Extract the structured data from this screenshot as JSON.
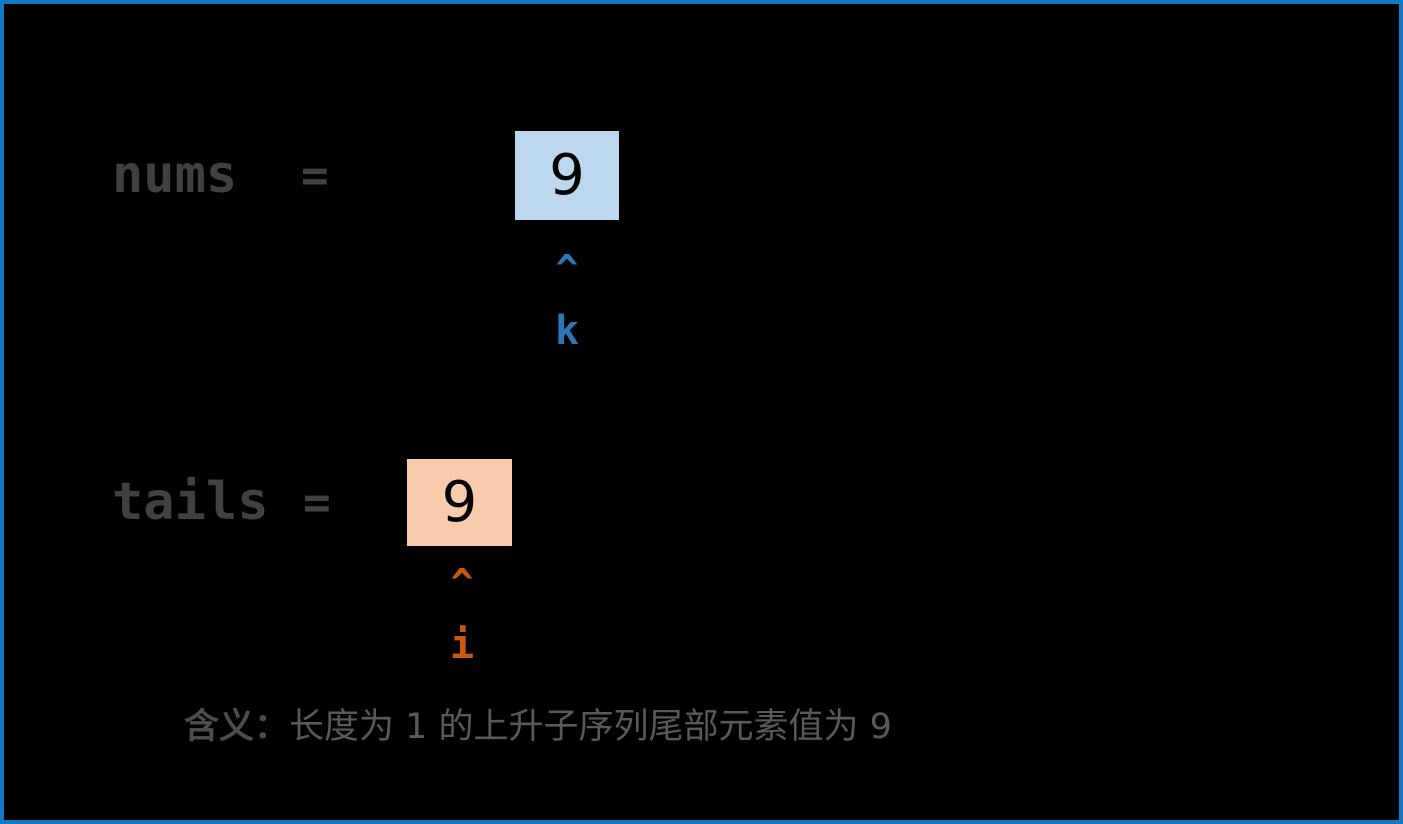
{
  "figure": {
    "background_color": "#000000",
    "border_color": "#1479c4"
  },
  "nums_row": {
    "label": "nums",
    "equals": "=",
    "cells": [
      {
        "value": "9",
        "color": "#bdd7ee"
      }
    ],
    "pointer": {
      "caret": "^",
      "name": "k",
      "color": "#2e75b6"
    }
  },
  "tails_row": {
    "label": "tails",
    "equals": "=",
    "cells": [
      {
        "value": "9",
        "color": "#f8cbad"
      }
    ],
    "pointer": {
      "caret": "^",
      "name": "i",
      "color": "#c55a11"
    }
  },
  "caption": {
    "prefix": "含义：",
    "text": "长度为 1 的上升子序列尾部元素值为 9",
    "color": "#595959"
  }
}
